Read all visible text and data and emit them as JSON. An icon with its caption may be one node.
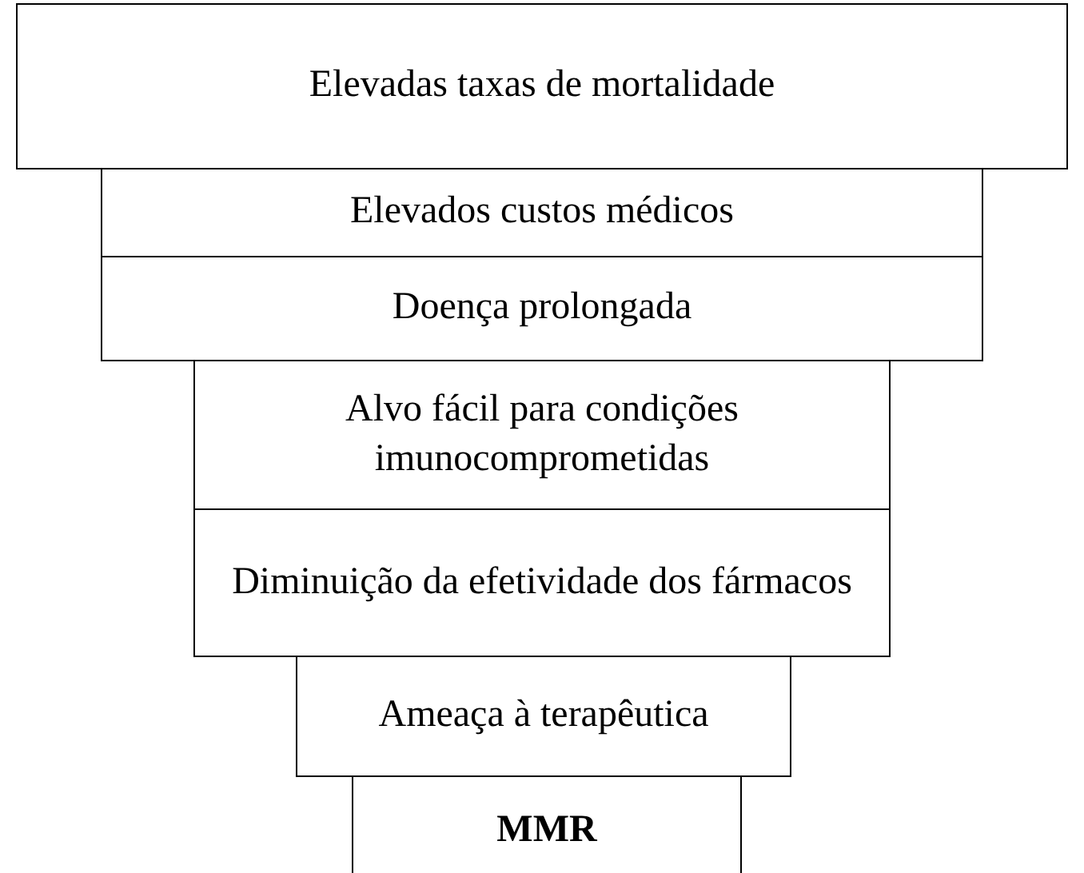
{
  "diagram": {
    "nodes": [
      {
        "text": [
          "Elevadas taxas de mortalidade"
        ]
      },
      {
        "text": [
          "Elevados custos médicos"
        ]
      },
      {
        "text": [
          "Doença prolongada"
        ]
      },
      {
        "text": [
          "Alvo fácil para condições imunocomprometidas"
        ]
      },
      {
        "text": [
          "Diminuição da efetividade dos fármacos"
        ]
      },
      {
        "text": [
          "Ameaça à terapêutica"
        ]
      },
      {
        "text": [
          "MMR"
        ]
      }
    ]
  }
}
